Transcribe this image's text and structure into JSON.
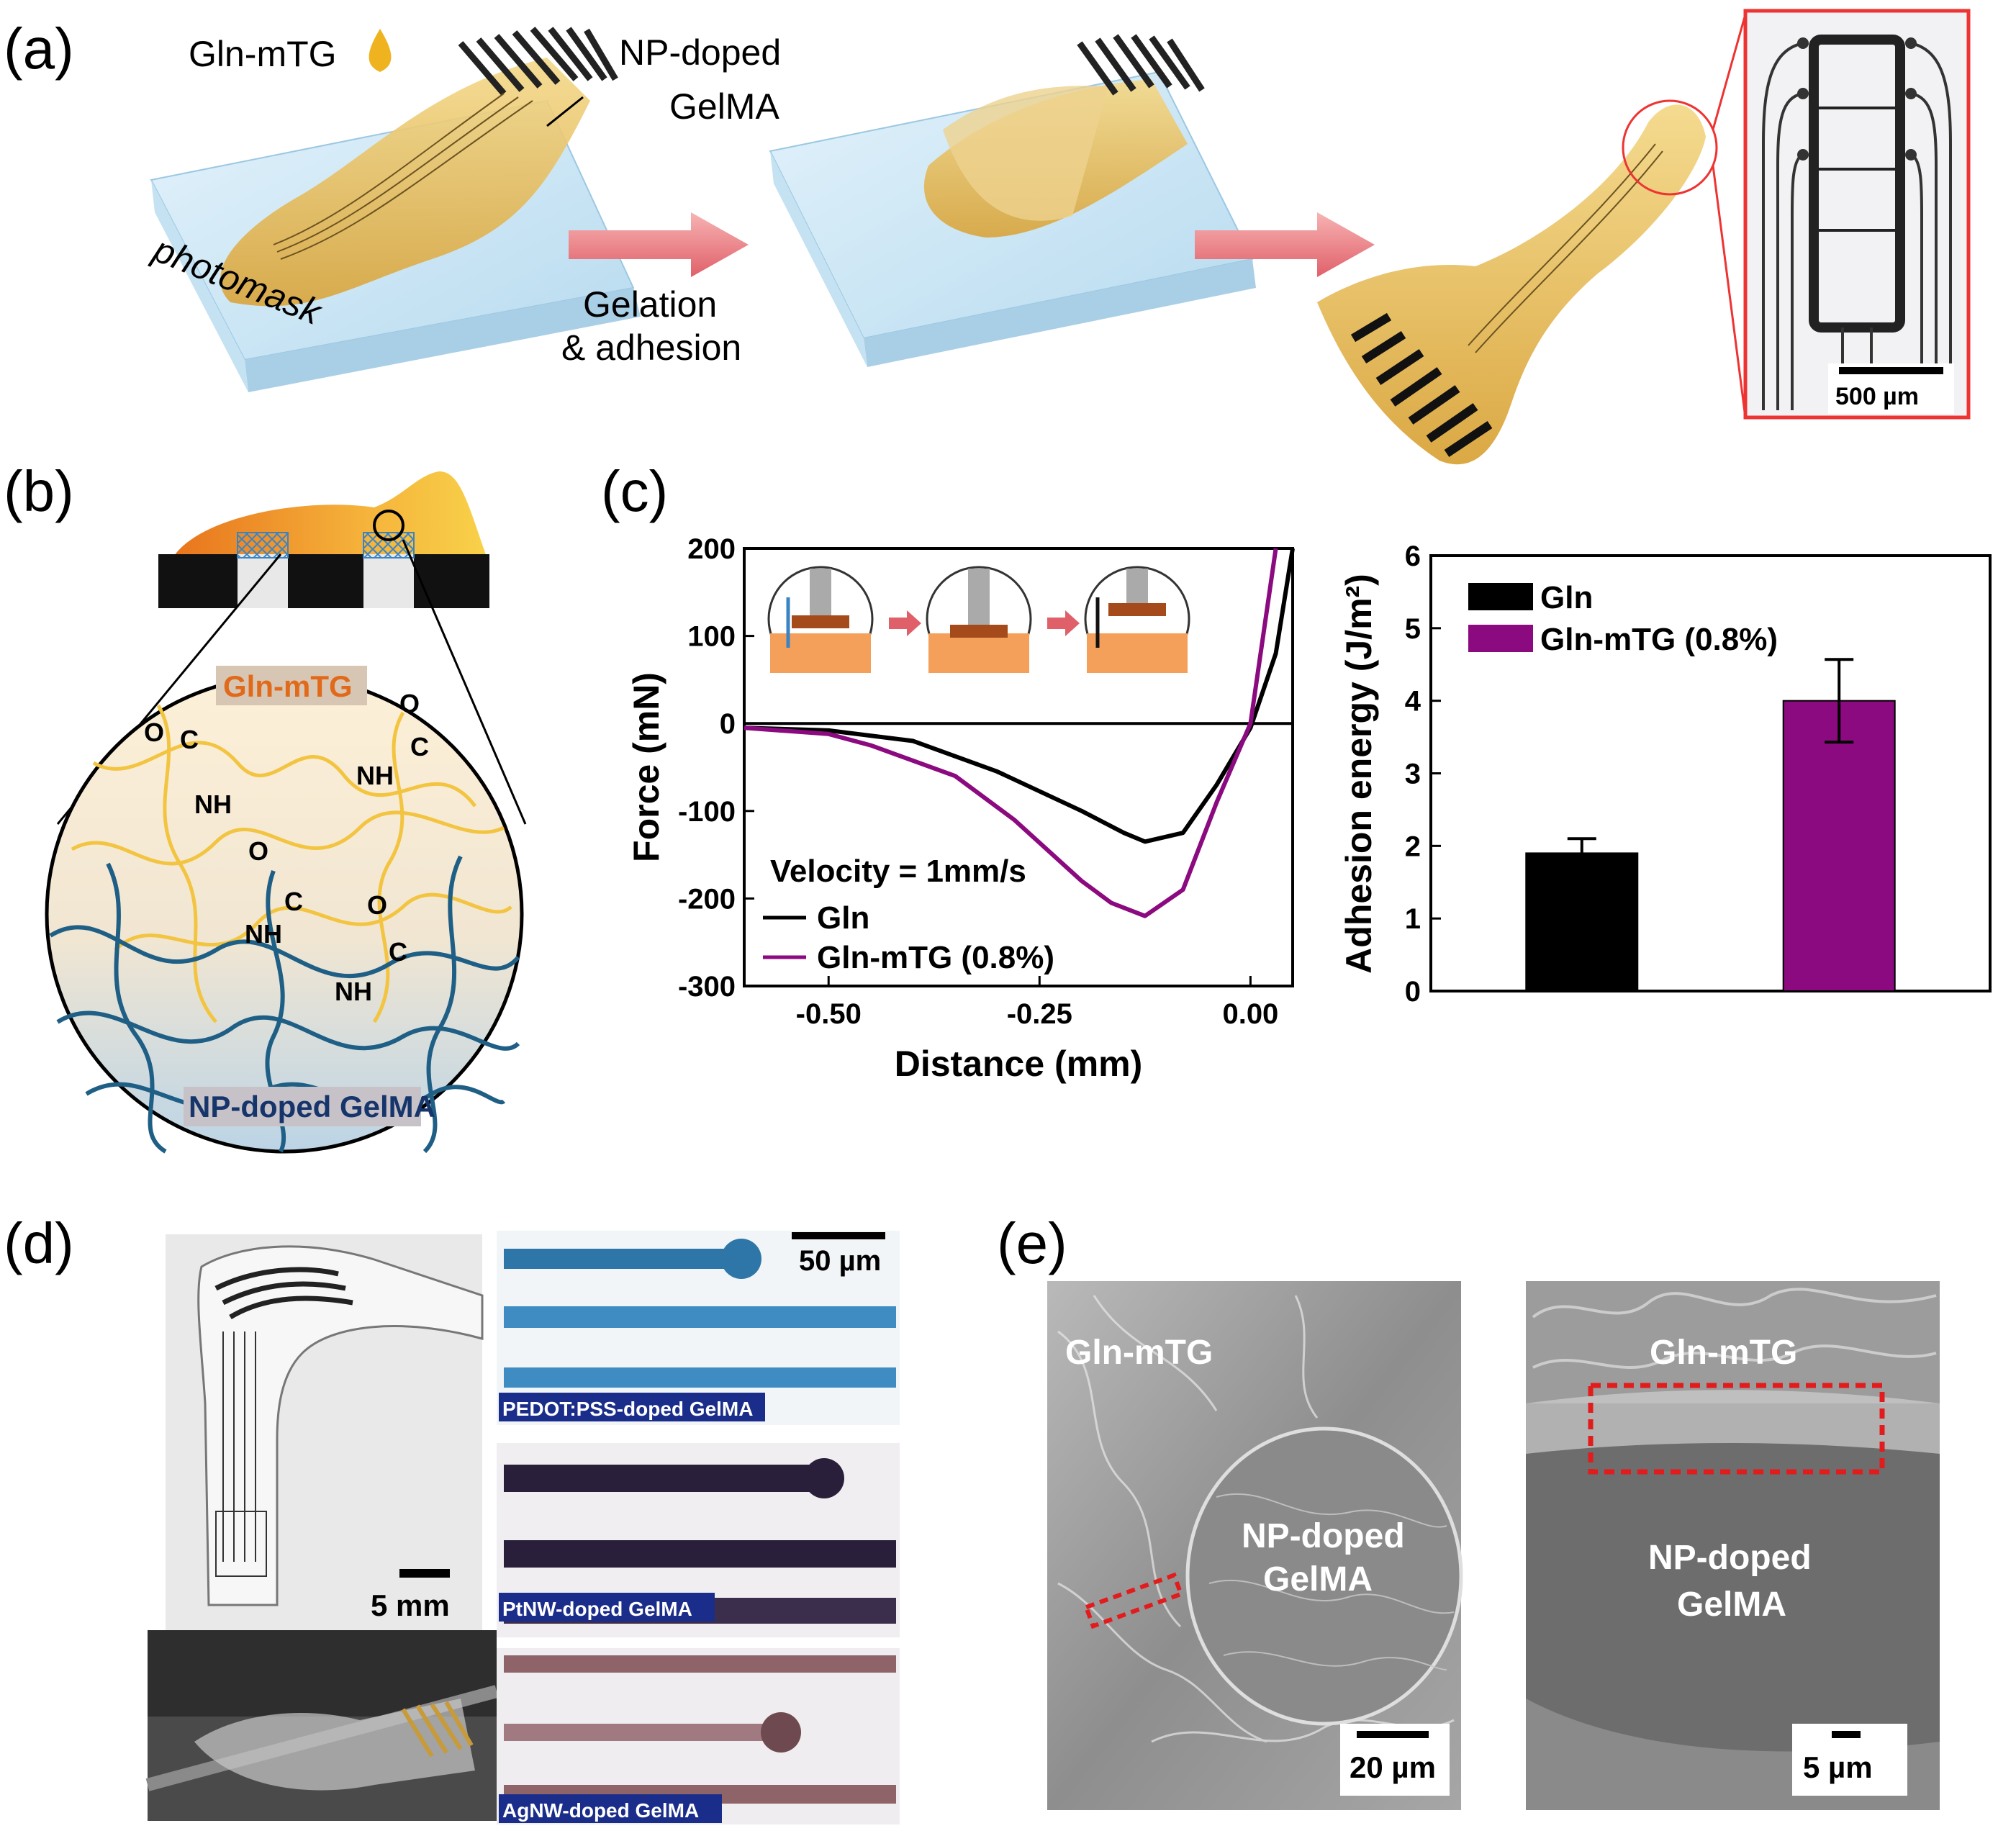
{
  "panels": {
    "a": {
      "label": "(a)",
      "drop_label": "Gln-mTG",
      "np_label_1": "NP-doped",
      "np_label_2": "GelMA",
      "substrate_label": "photomask",
      "step_label_1": "Gelation",
      "step_label_2": "& adhesion",
      "inset_scale": "500 µm"
    },
    "b": {
      "label": "(b)",
      "top_layer": "Gln-mTG",
      "bottom_layer": "NP-doped GelMA",
      "chem": {
        "o": "O",
        "c": "C",
        "nh": "NH"
      }
    },
    "c": {
      "label": "(c)"
    },
    "d": {
      "label": "(d)",
      "scale_photo": "5 mm",
      "scale_micro": "50 µm",
      "micro_labels": [
        "PEDOT:PSS-doped GelMA",
        "PtNW-doped GelMA",
        "AgNW-doped GelMA"
      ]
    },
    "e": {
      "label": "(e)",
      "left": {
        "top": "Gln-mTG",
        "mid1": "NP-doped",
        "mid2": "GelMA",
        "scale": "20 µm"
      },
      "right": {
        "top": "Gln-mTG",
        "mid1": "NP-doped",
        "mid2": "GelMA",
        "scale": "5 µm"
      }
    }
  },
  "chart_data": [
    {
      "type": "line",
      "xlabel": "Distance (mm)",
      "ylabel": "Force (mN)",
      "xlim": [
        -0.6,
        0.05
      ],
      "ylim": [
        -300,
        200
      ],
      "xticks": [
        -0.5,
        -0.25,
        0.0
      ],
      "xtick_labels": [
        "-0.50",
        "-0.25",
        "0.00"
      ],
      "yticks": [
        -300,
        -200,
        -100,
        0,
        100,
        200
      ],
      "annotation": "Velocity = 1mm/s",
      "legend_position": "bottom-left",
      "series": [
        {
          "name": "Gln",
          "color": "#000000",
          "x": [
            -0.6,
            -0.5,
            -0.4,
            -0.3,
            -0.2,
            -0.15,
            -0.125,
            -0.08,
            -0.04,
            0.0,
            0.03,
            0.05
          ],
          "y": [
            -5,
            -8,
            -20,
            -55,
            -100,
            -125,
            -135,
            -125,
            -70,
            -5,
            80,
            200
          ]
        },
        {
          "name": "Gln-mTG (0.8%)",
          "color": "#8b0a7f",
          "x": [
            -0.6,
            -0.5,
            -0.45,
            -0.35,
            -0.28,
            -0.2,
            -0.165,
            -0.125,
            -0.08,
            -0.04,
            0.0,
            0.03
          ],
          "y": [
            -5,
            -12,
            -25,
            -60,
            -110,
            -180,
            -205,
            -220,
            -190,
            -90,
            0,
            200
          ]
        }
      ]
    },
    {
      "type": "bar",
      "xlabel": "",
      "ylabel": "Adhesion energy (J/m²)",
      "ylim": [
        0,
        6
      ],
      "yticks": [
        0,
        1,
        2,
        3,
        4,
        5,
        6
      ],
      "legend_position": "top-left",
      "categories": [
        "Gln",
        "Gln-mTG (0.8%)"
      ],
      "values": [
        1.9,
        4.0
      ],
      "errors": [
        0.2,
        0.57
      ],
      "colors": [
        "#000000",
        "#8b0a7f"
      ]
    }
  ]
}
